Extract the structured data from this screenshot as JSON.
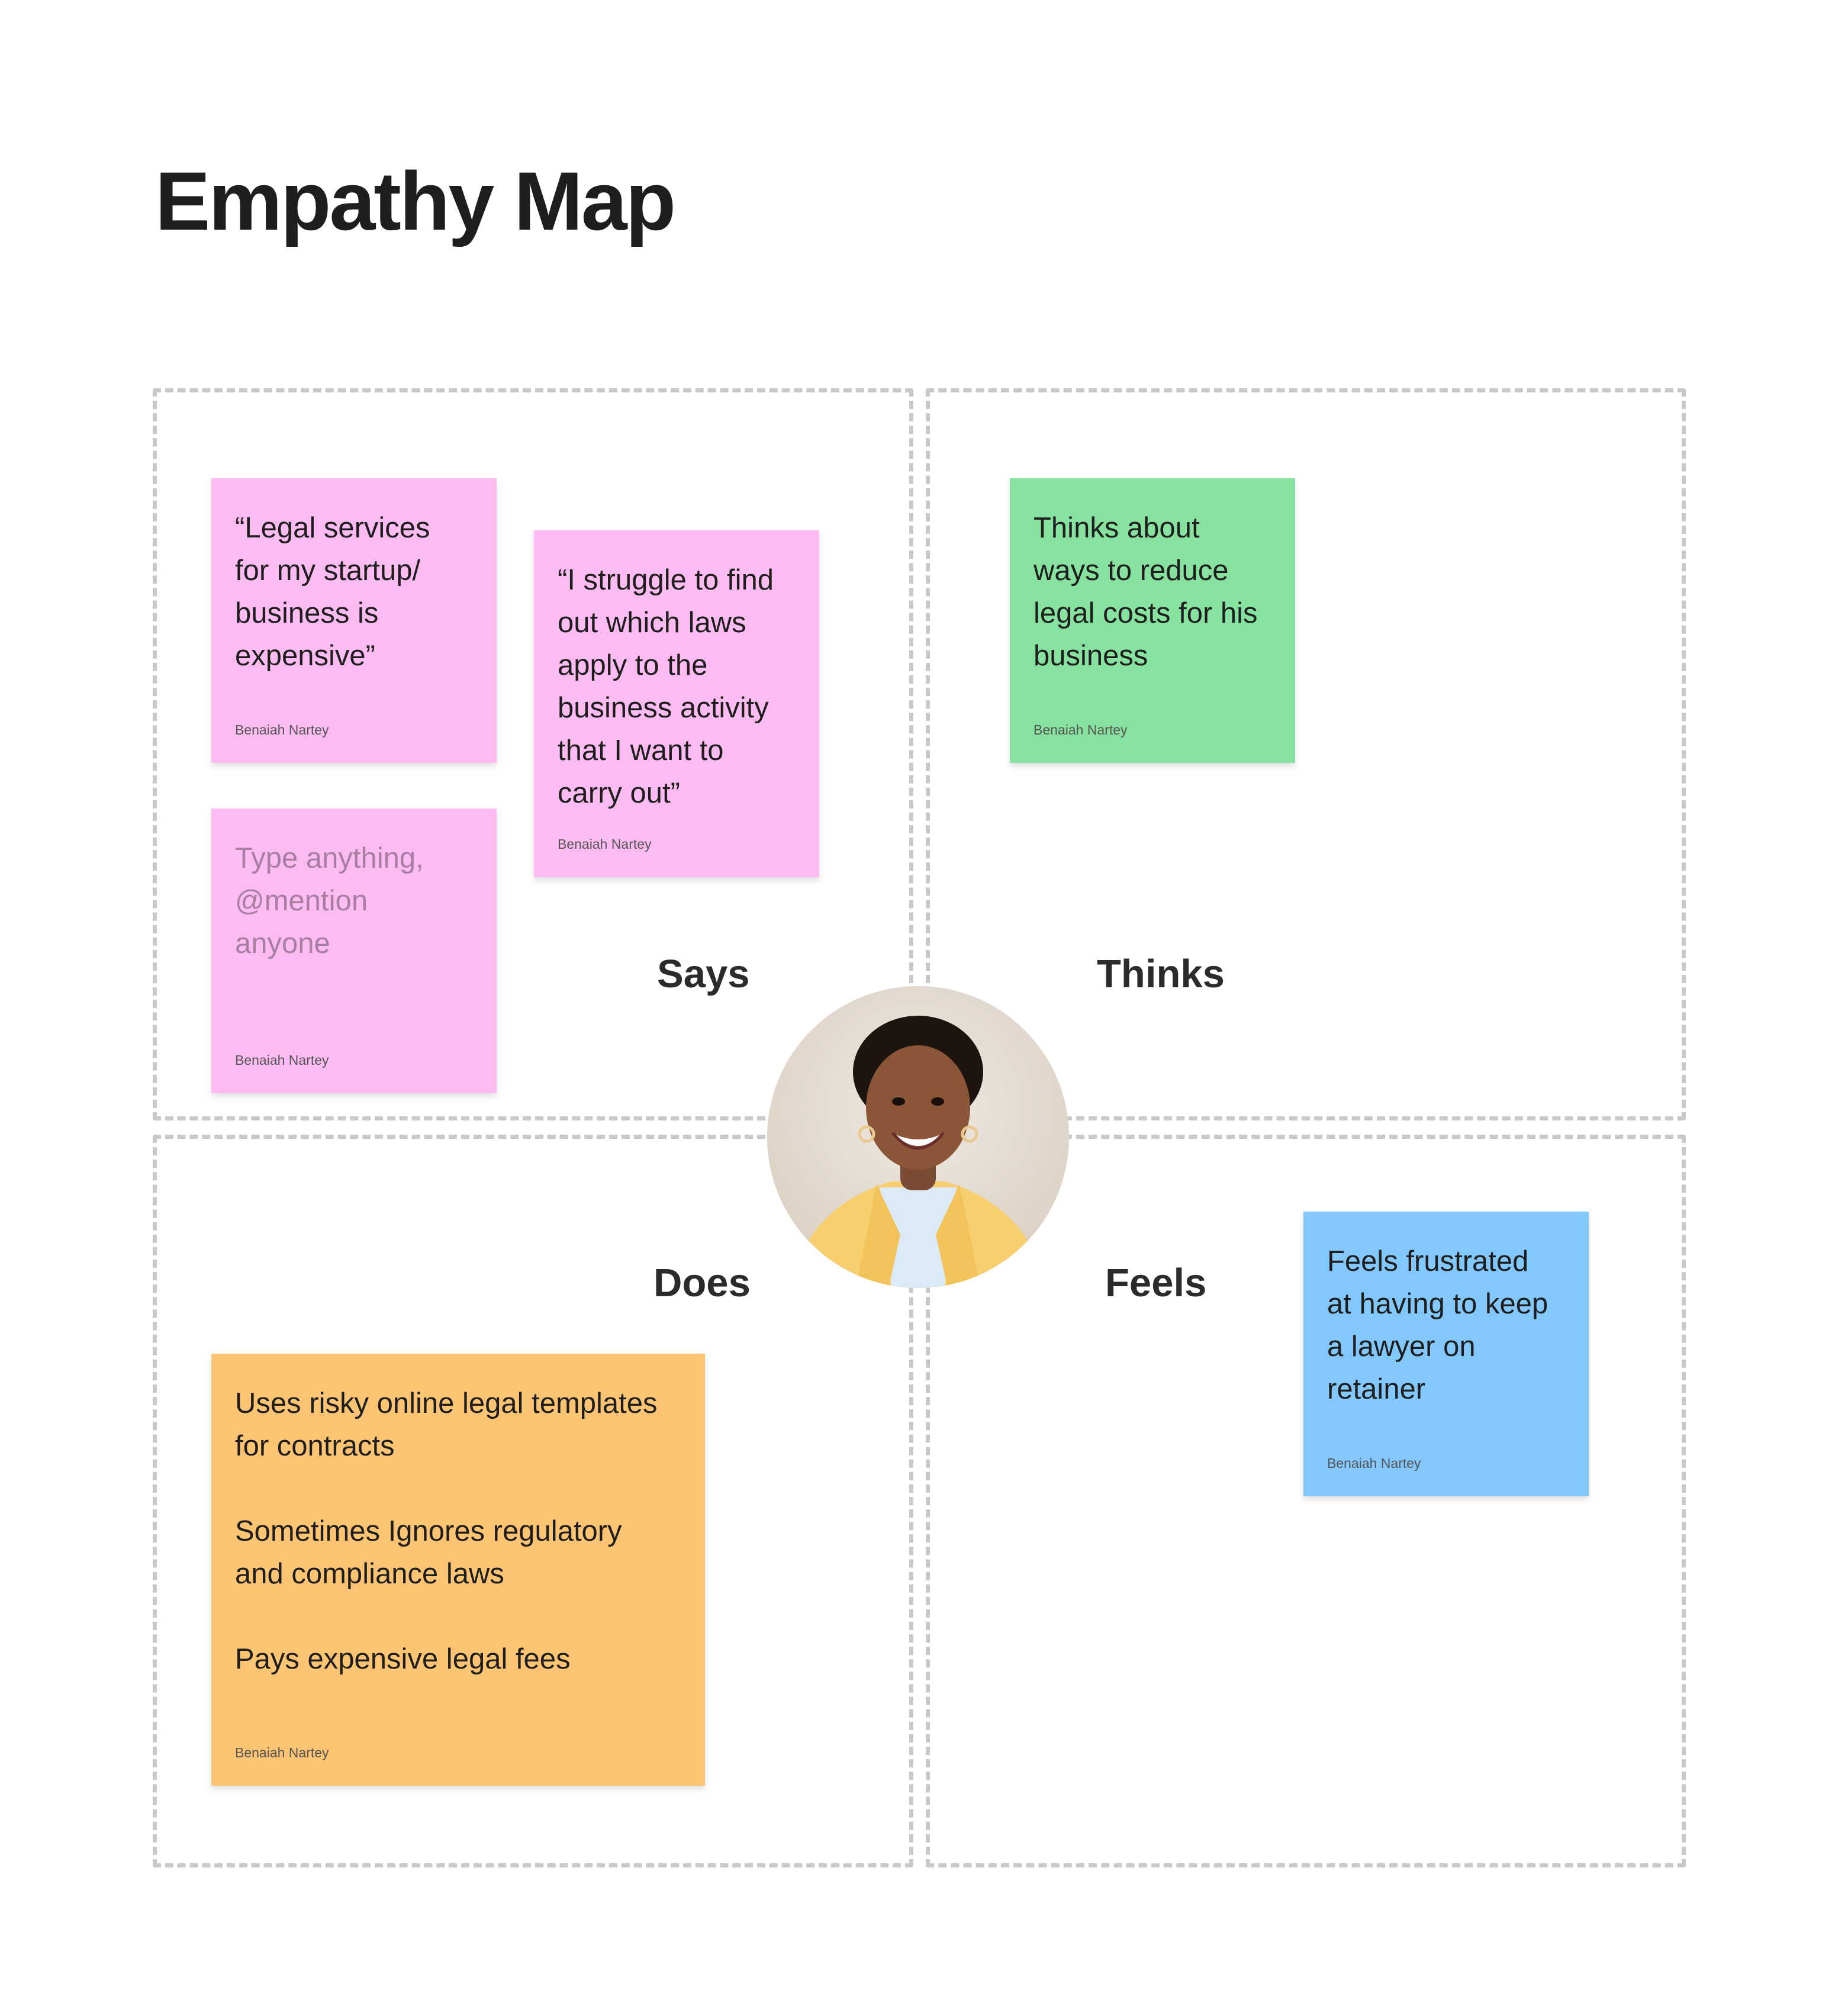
{
  "title": "Empathy Map",
  "quadrants": {
    "says": "Says",
    "thinks": "Thinks",
    "does": "Does",
    "feels": "Feels"
  },
  "notes": {
    "says_1": {
      "text": "“Legal services\nfor my startup/\nbusiness is\nexpensive”",
      "author": "Benaiah Nartey",
      "color": "#fcbcf2"
    },
    "says_2": {
      "text": "“I struggle to find\nout which laws\napply to the\nbusiness activity\nthat I want to\ncarry out”",
      "author": "Benaiah Nartey",
      "color": "#fcbcf2"
    },
    "says_3": {
      "placeholder": "Type anything,\n@mention\nanyone",
      "author": "Benaiah Nartey",
      "color": "#fcbcf2"
    },
    "thinks_1": {
      "text": "Thinks about\nways to reduce\nlegal costs for his\nbusiness",
      "author": "Benaiah Nartey",
      "color": "#87e29f"
    },
    "feels_1": {
      "text": "Feels frustrated\nat having to keep\na lawyer on\nretainer",
      "author": "Benaiah Nartey",
      "color": "#83c8fd"
    },
    "does_1": {
      "text": "Uses risky online legal templates\nfor contracts\n\nSometimes Ignores regulatory\nand compliance laws\n\nPays expensive legal fees",
      "author": "Benaiah Nartey",
      "color": "#fdc473"
    }
  },
  "persona": {
    "icon": "persona-avatar"
  }
}
